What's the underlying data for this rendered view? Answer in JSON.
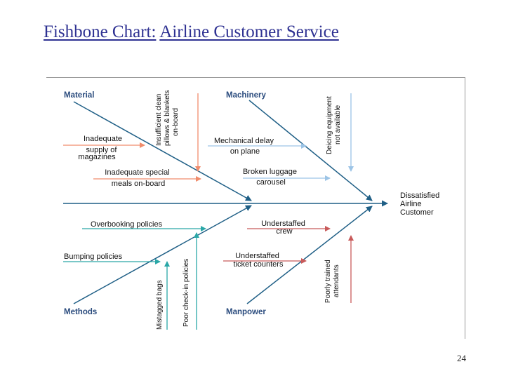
{
  "slide": {
    "title_part1": "Fishbone Chart:",
    "title_part2": "Airline Customer Service",
    "page_number": "24"
  },
  "diagram": {
    "effect": [
      "Dissatisfied",
      "Airline",
      "Customer"
    ],
    "categories": {
      "material": "Material",
      "machinery": "Machinery",
      "methods": "Methods",
      "manpower": "Manpower"
    },
    "causes": {
      "inadequate_magazines": [
        "Inadequate",
        "supply of",
        "magazines"
      ],
      "inadequate_meals": [
        "Inadequate special",
        "meals on-board"
      ],
      "insufficient_pillows": [
        "Insufficient clean",
        "pillows & blankets",
        "on-board"
      ],
      "mechanical_delay": [
        "Mechanical delay",
        "on plane"
      ],
      "broken_luggage": [
        "Broken luggage",
        "carousel"
      ],
      "deicing": [
        "Deicing equipment",
        "not available"
      ],
      "overbooking": "Overbooking policies",
      "bumping": "Bumping policies",
      "mistagged_bags": "Mistagged bags",
      "poor_checkin": "Poor check-in policies",
      "understaffed_crew": [
        "Understaffed",
        "crew"
      ],
      "understaffed_counters": [
        "Understaffed",
        "ticket counters"
      ],
      "poorly_trained": [
        "Poorly trained",
        "attendants"
      ]
    },
    "colors": {
      "spine": "#1f5f86",
      "material_arrow": "#f08c6c",
      "machinery_arrow": "#9cc4e6",
      "methods_arrow": "#2aa7a7",
      "manpower_arrow": "#c85a5a",
      "category_text": "#2b4c7e",
      "title": "#2e3192"
    }
  }
}
